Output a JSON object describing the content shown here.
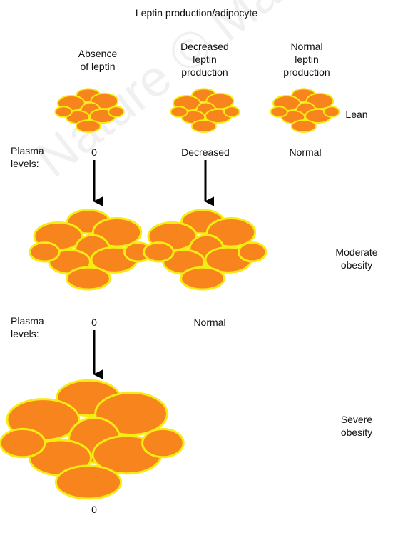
{
  "title": "Leptin production/adipocyte",
  "columns": [
    {
      "label": "Absence\nof leptin"
    },
    {
      "label": "Decreased\nleptin\nproduction"
    },
    {
      "label": "Normal\nleptin\nproduction"
    }
  ],
  "rows": {
    "lean": "Lean",
    "moderate": "Moderate\nobesity",
    "severe": "Severe\nobesity"
  },
  "plasma_label": "Plasma\nlevels:",
  "plasma_values": {
    "row1": [
      "0",
      "Decreased",
      "Normal"
    ],
    "row2": [
      "0",
      "Normal"
    ],
    "row3": [
      "0"
    ]
  },
  "watermark": "Nature © Macmillan",
  "colors": {
    "cell_fill": "#f7841c",
    "cell_outline": "#f5ec11",
    "arrow": "#000000"
  }
}
